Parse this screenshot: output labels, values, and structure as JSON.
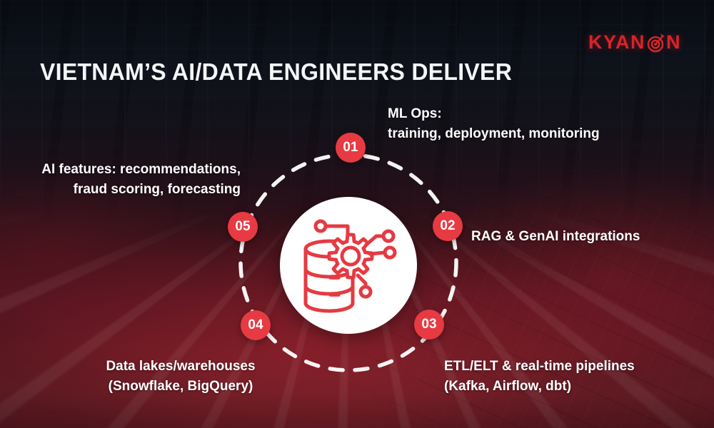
{
  "brand": {
    "logo_left": "KYAN",
    "logo_right": "N",
    "logo_name": "KYANON"
  },
  "header": {
    "title": "VIETNAM’S AI/DATA ENGINEERS DELIVER"
  },
  "colors": {
    "accent_red": "#e73a43",
    "logo_red": "#d92329",
    "ring_white": "#ffffff",
    "bg_top_navy": "#0e121b",
    "bg_bottom_maroon": "#631923"
  },
  "diagram": {
    "center_icon": "database-gear-network-icon",
    "items": [
      {
        "number": "01",
        "lines": [
          "ML Ops:",
          "training, deployment, monitoring"
        ]
      },
      {
        "number": "02",
        "lines": [
          "RAG & GenAI integrations"
        ]
      },
      {
        "number": "03",
        "lines": [
          "ETL/ELT & real-time pipelines",
          "(Kafka, Airflow, dbt)"
        ]
      },
      {
        "number": "04",
        "lines": [
          "Data lakes/warehouses",
          "(Snowflake, BigQuery)"
        ]
      },
      {
        "number": "05",
        "lines": [
          "AI features: recommendations,",
          "fraud scoring, forecasting"
        ]
      }
    ]
  }
}
